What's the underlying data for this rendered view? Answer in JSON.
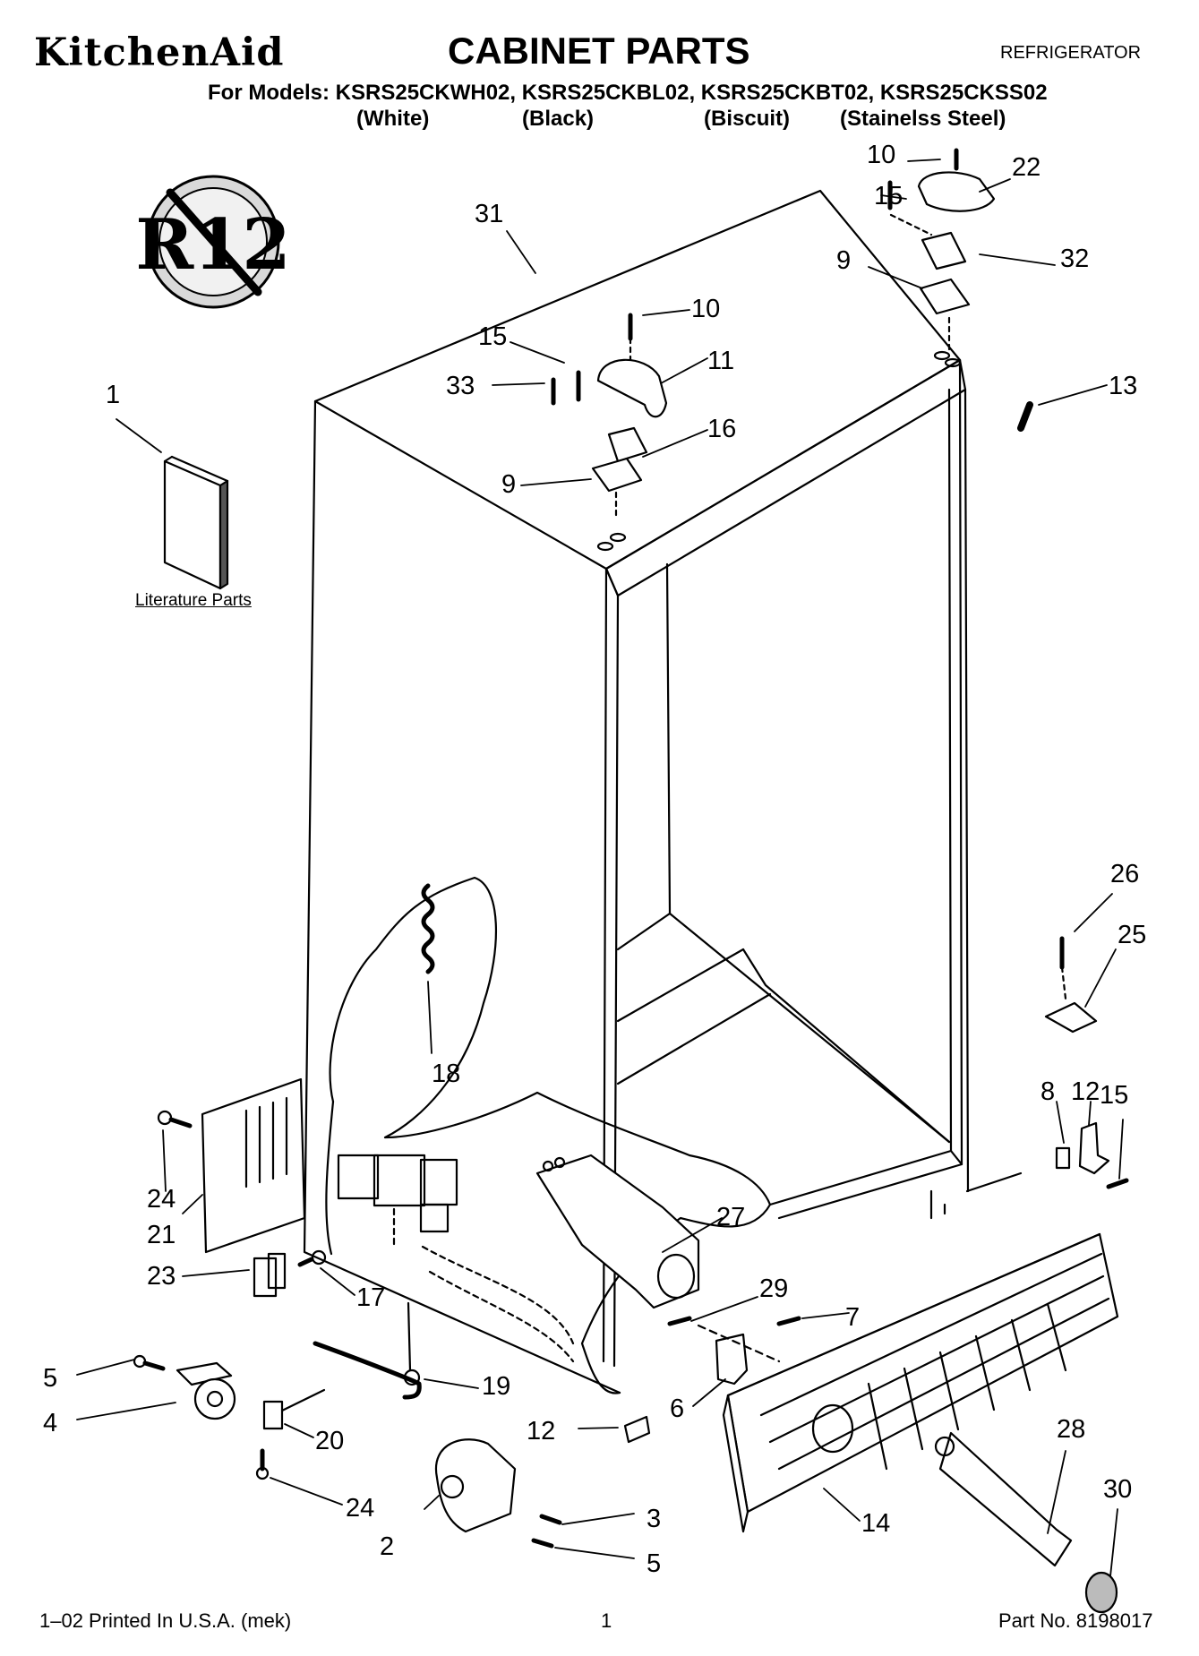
{
  "header": {
    "brand": "KitchenAid",
    "title": "CABINET PARTS",
    "category": "REFRIGERATOR",
    "models_line": "For Models: KSRS25CKWH02, KSRS25CKBL02, KSRS25CKBT02, KSRS25CKSS02",
    "colors": [
      "(White)",
      "(Black)",
      "(Biscuit)",
      "(Stainelss Steel)"
    ]
  },
  "emblem": {
    "text": "R12"
  },
  "literature_caption": "Literature Parts",
  "callouts": [
    "1",
    "2",
    "3",
    "4",
    "5",
    "5",
    "6",
    "7",
    "8",
    "9",
    "9",
    "10",
    "10",
    "11",
    "12",
    "12",
    "13",
    "14",
    "15",
    "15",
    "15",
    "16",
    "17",
    "18",
    "19",
    "20",
    "21",
    "22",
    "23",
    "24",
    "24",
    "25",
    "26",
    "27",
    "28",
    "29",
    "30",
    "31",
    "32",
    "33"
  ],
  "footer": {
    "left": "1–02 Printed In U.S.A. (mek)",
    "center": "1",
    "right": "Part No. 8198017"
  }
}
